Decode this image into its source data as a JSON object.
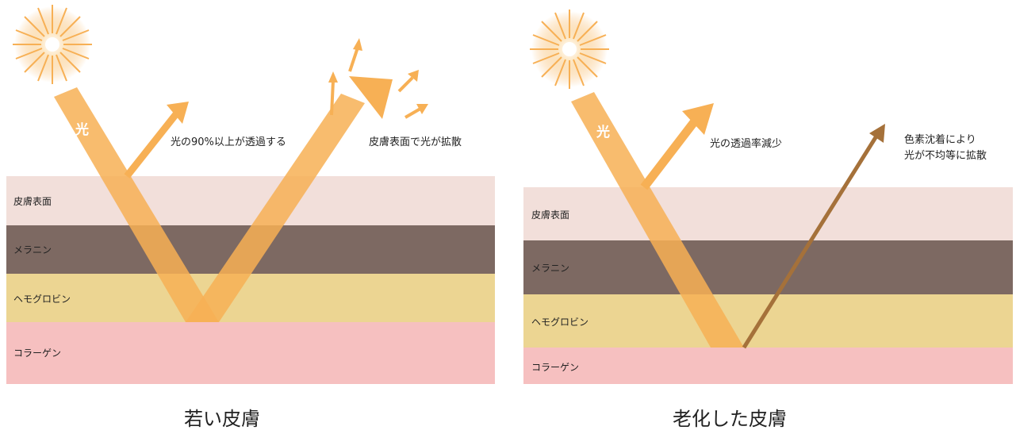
{
  "left": {
    "layers": [
      "皮膚表面",
      "メラニン",
      "ヘモグロビン",
      "コラーゲン"
    ],
    "light_label": "光",
    "note_transmit": "光の90%以上が透過する",
    "note_scatter": "皮膚表面で光が拡散",
    "caption": "若い皮膚"
  },
  "right": {
    "layers": [
      "皮膚表面",
      "メラニン",
      "ヘモグロビン",
      "コラーゲン"
    ],
    "light_label": "光",
    "note_transmit": "光の透過率減少",
    "note_scatter_line1": "色素沈着により",
    "note_scatter_line2": "光が不均等に拡散",
    "caption": "老化した皮膚"
  },
  "colors": {
    "skin_surface": "#f2dfda",
    "melanin": "#7d6962",
    "hemoglobin": "#ecd592",
    "collagen": "#f6c0c0",
    "light": "#f7b055",
    "reflected_dark": "#a5713a"
  }
}
